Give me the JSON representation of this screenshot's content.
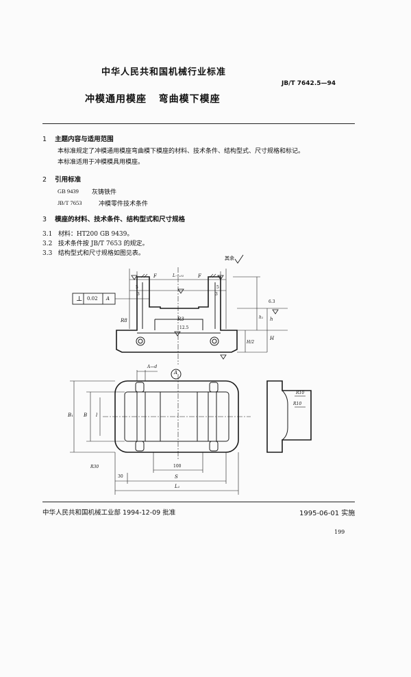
{
  "header": {
    "organization": "中华人民共和国机械行业标准",
    "standard_no": "JB/T 7642.5—94"
  },
  "doc_title": "冲模通用模座   弯曲模下模座",
  "sections": {
    "s1": {
      "num": "1",
      "heading": "主题内容与适用范围",
      "p1": "本标准规定了冲模通用模座弯曲模下模座的材料、技术条件、结构型式、尺寸规格和标记。",
      "p2": "本标准适用于冲模模具用模座。"
    },
    "s2": {
      "num": "2",
      "heading": "引用标准",
      "refs": [
        {
          "code": "GB 9439",
          "title": "灰铸铁件"
        },
        {
          "code": "JB/T 7653",
          "title": "冲模零件技术条件"
        }
      ]
    },
    "s3": {
      "num": "3",
      "heading": "模座的材料、技术条件、结构型式和尺寸规格",
      "items": [
        {
          "num": "3.1",
          "text": "材料：HT200   GB 9439。"
        },
        {
          "num": "3.2",
          "text": "技术条件按 JB/T 7653 的规定。"
        },
        {
          "num": "3.3",
          "text": "结构型式和尺寸规格如图见表。"
        }
      ]
    }
  },
  "drawing": {
    "rest_mark": "其余",
    "tolerance": {
      "symbol": "⊥",
      "value": "0.02",
      "datum": "A"
    },
    "dim_F": "F",
    "dim_L": "L₋₀.₀₁",
    "dim_5": "5",
    "dim_3": "3",
    "dim_R8": "R8",
    "dim_R3": "R3",
    "rough_12_5": "12.5",
    "rough_6_3": "6.3",
    "dim_h": "h",
    "dim_H": "H",
    "dim_H2": "H/2",
    "dim_h1": "h₁",
    "section_A_d": "A—d",
    "detail_A": "A",
    "dim_B1": "B₁",
    "dim_B": "B",
    "dim_l": "l",
    "dim_100": "100",
    "dim_30": "30",
    "dim_S": "S",
    "dim_L1": "L₁",
    "dim_R30": "R30",
    "dim_R10a": "R10",
    "dim_R10b": "R10"
  },
  "footer": {
    "issuer": "中华人民共和国机械工业部 1994-12-09 批准",
    "effective": "1995-06-01 实施",
    "page": "199"
  }
}
